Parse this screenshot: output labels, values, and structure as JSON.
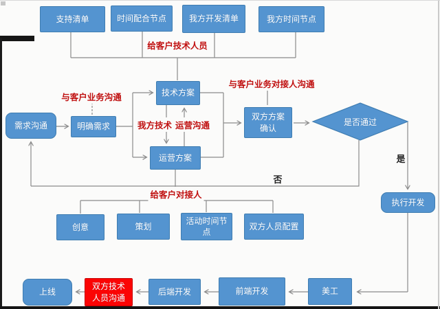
{
  "colors": {
    "node_fill": "#5494d0",
    "node_border": "#3e7cb0",
    "red_box_fill": "#fb0404",
    "red_label_text": "#c01010",
    "connector_line": "#8a8a8a",
    "node_text": "#ffffff"
  },
  "nodes": {
    "support_list": {
      "label": "支持清单"
    },
    "time_coordination_node": {
      "label": "时间配合节点"
    },
    "our_dev_list": {
      "label": "我方开发清单"
    },
    "our_time_node": {
      "label": "我方时间节点"
    },
    "demand_communication": {
      "label": "需求沟通"
    },
    "clarify_demand": {
      "label": "明确需求"
    },
    "tech_plan": {
      "label": "技术方案"
    },
    "ops_plan": {
      "label": "运营方案"
    },
    "both_sides_confirm": {
      "label": "双方方案\n确认"
    },
    "decision_pass": {
      "label": "是否通过"
    },
    "execute_dev": {
      "label": "执行开发"
    },
    "creative": {
      "label": "创意"
    },
    "planning": {
      "label": "策划"
    },
    "activity_time_node": {
      "label": "活动时间节\n点"
    },
    "both_sides_staffing": {
      "label": "双方人员配置"
    },
    "online": {
      "label": "上线"
    },
    "both_tech_comm": {
      "label": "双方技术\n人员沟通"
    },
    "backend_dev": {
      "label": "后端开发"
    },
    "frontend_dev": {
      "label": "前端开发"
    },
    "artist": {
      "label": "美工"
    }
  },
  "edge_labels": {
    "to_customer_tech_staff": "给客户技术人员",
    "comm_with_customer_business": "与客户业务沟通",
    "our_tech": "我方技术",
    "ops_communication": "运营沟通",
    "comm_with_customer_contact": "与客户业务对接人沟通",
    "to_customer_contact": "给客户对接人",
    "yes": "是",
    "no": "否"
  }
}
